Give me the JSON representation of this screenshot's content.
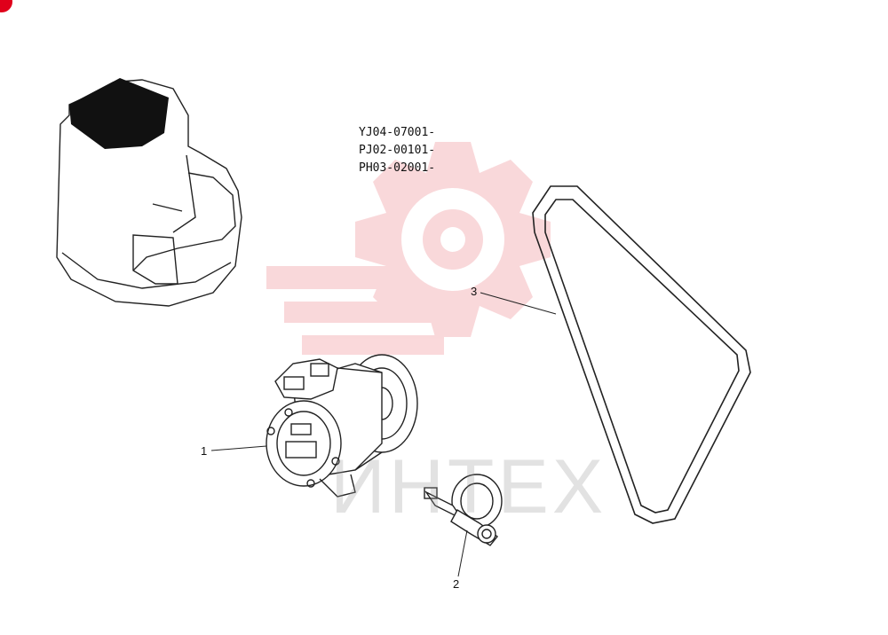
{
  "serial_numbers": [
    "YJ04-07001-",
    "PJ02-00101-",
    "PH03-02001-"
  ],
  "callouts": {
    "compressor": "1",
    "tensioner": "2",
    "belt": "3"
  },
  "watermark": {
    "text": "ИНТЕХ",
    "gear_icon": "gear-logo-icon",
    "color": "#e8505b"
  },
  "parts": [
    "cab-outline-icon",
    "compressor-icon",
    "tensioner-pulley-icon",
    "v-belt-icon"
  ]
}
